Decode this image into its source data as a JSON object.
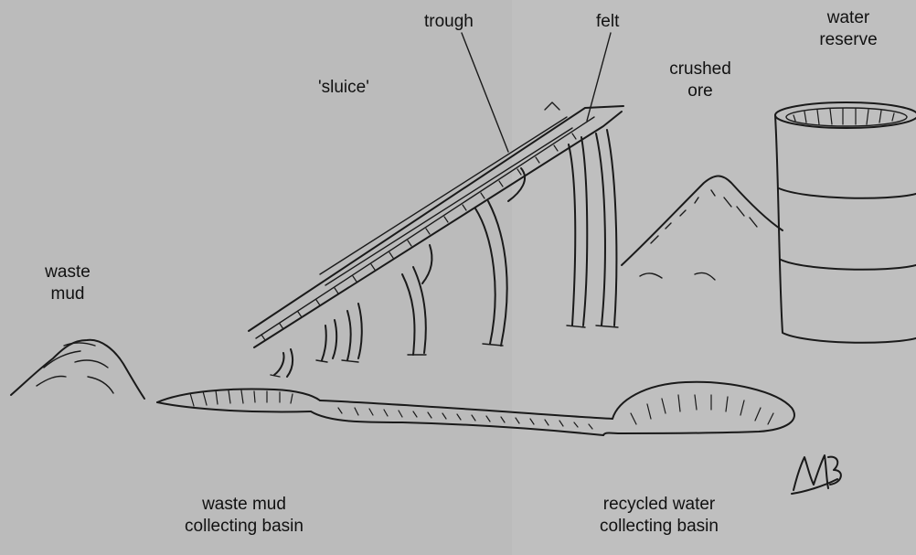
{
  "labels": {
    "trough": "trough",
    "felt": "felt",
    "water_reserve_line1": "water",
    "water_reserve_line2": "reserve",
    "sluice": "'sluice'",
    "crushed_ore_line1": "crushed",
    "crushed_ore_line2": "ore",
    "waste_mud_line1": "waste",
    "waste_mud_line2": "mud",
    "waste_basin_line1": "waste mud",
    "waste_basin_line2": "collecting basin",
    "recycled_basin_line1": "recycled water",
    "recycled_basin_line2": "collecting basin"
  },
  "signature": "MB",
  "colors": {
    "background": "#b9b9b9",
    "ink": "#1a1a1a"
  }
}
